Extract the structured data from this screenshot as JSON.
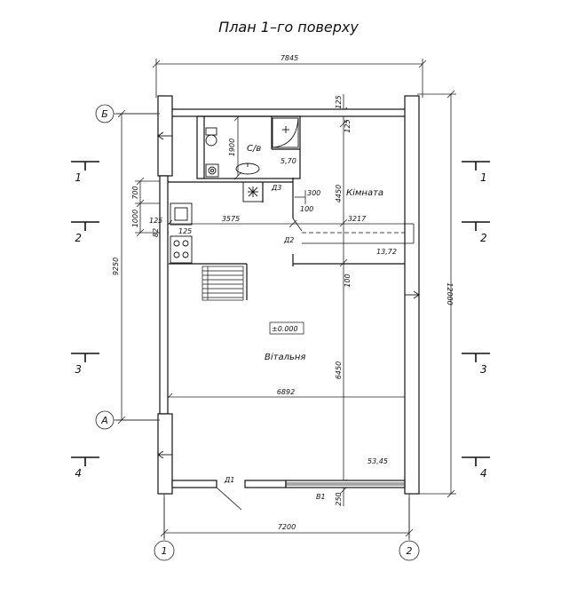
{
  "title": "План 1–го поверху",
  "rooms": {
    "su_label": "С/в",
    "su_area": "5,70",
    "kimnata_label": "Кімната",
    "kimnata_area": "13,72",
    "vitalnya_label": "Вітальня",
    "vitalnya_area": "53,45",
    "level": "±0.000"
  },
  "doors": {
    "d1": "Д1",
    "d2": "Д2",
    "d3": "Д3",
    "v1": "В1"
  },
  "axes": {
    "a": "А",
    "b": "Б",
    "n1": "1",
    "n2": "2"
  },
  "sections": {
    "s1": "1",
    "s2": "2",
    "s3": "3",
    "s4": "4"
  },
  "dims": {
    "top_total": "7845",
    "bottom_total": "7200",
    "right_total": "12000",
    "left_total": "9250",
    "d125_top": "125",
    "d125_b": "125",
    "d125_bottom_side": "125",
    "d1900": "1900",
    "d4450": "4450",
    "d6450": "6450",
    "d250": "250",
    "d100_a": "100",
    "d100_b": "100",
    "d300": "300",
    "d3575": "3575",
    "d3217": "3217",
    "d6892": "6892",
    "d700": "700",
    "d1000": "1000",
    "d125_left": "125",
    "d82": "82"
  }
}
